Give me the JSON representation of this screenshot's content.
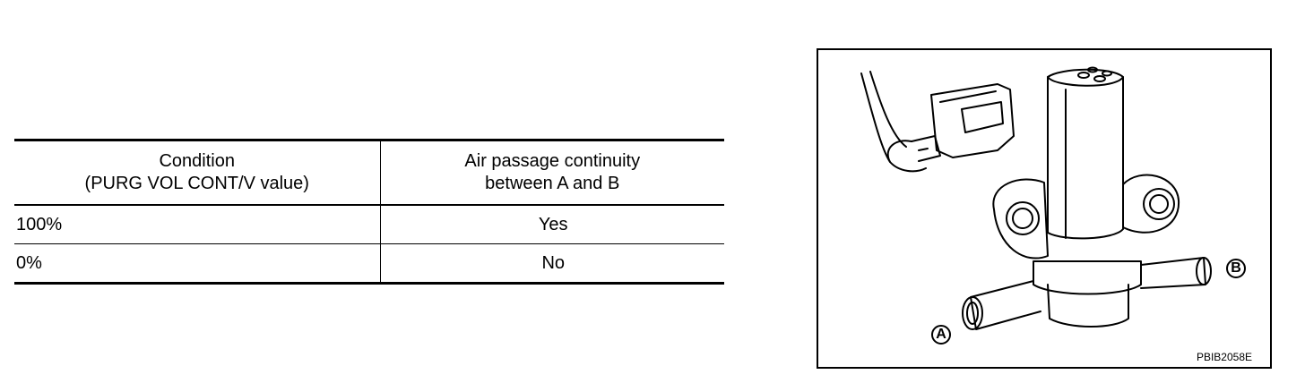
{
  "table": {
    "header": {
      "col1_line1": "Condition",
      "col1_line2": "(PURG VOL CONT/V value)",
      "col2_line1": "Air passage continuity",
      "col2_line2": "between A and B"
    },
    "rows": [
      {
        "condition": "100%",
        "result": "Yes"
      },
      {
        "condition": "0%",
        "result": "No"
      }
    ]
  },
  "figure": {
    "id": "PBIB2058E",
    "label_a": "A",
    "label_b": "B"
  }
}
